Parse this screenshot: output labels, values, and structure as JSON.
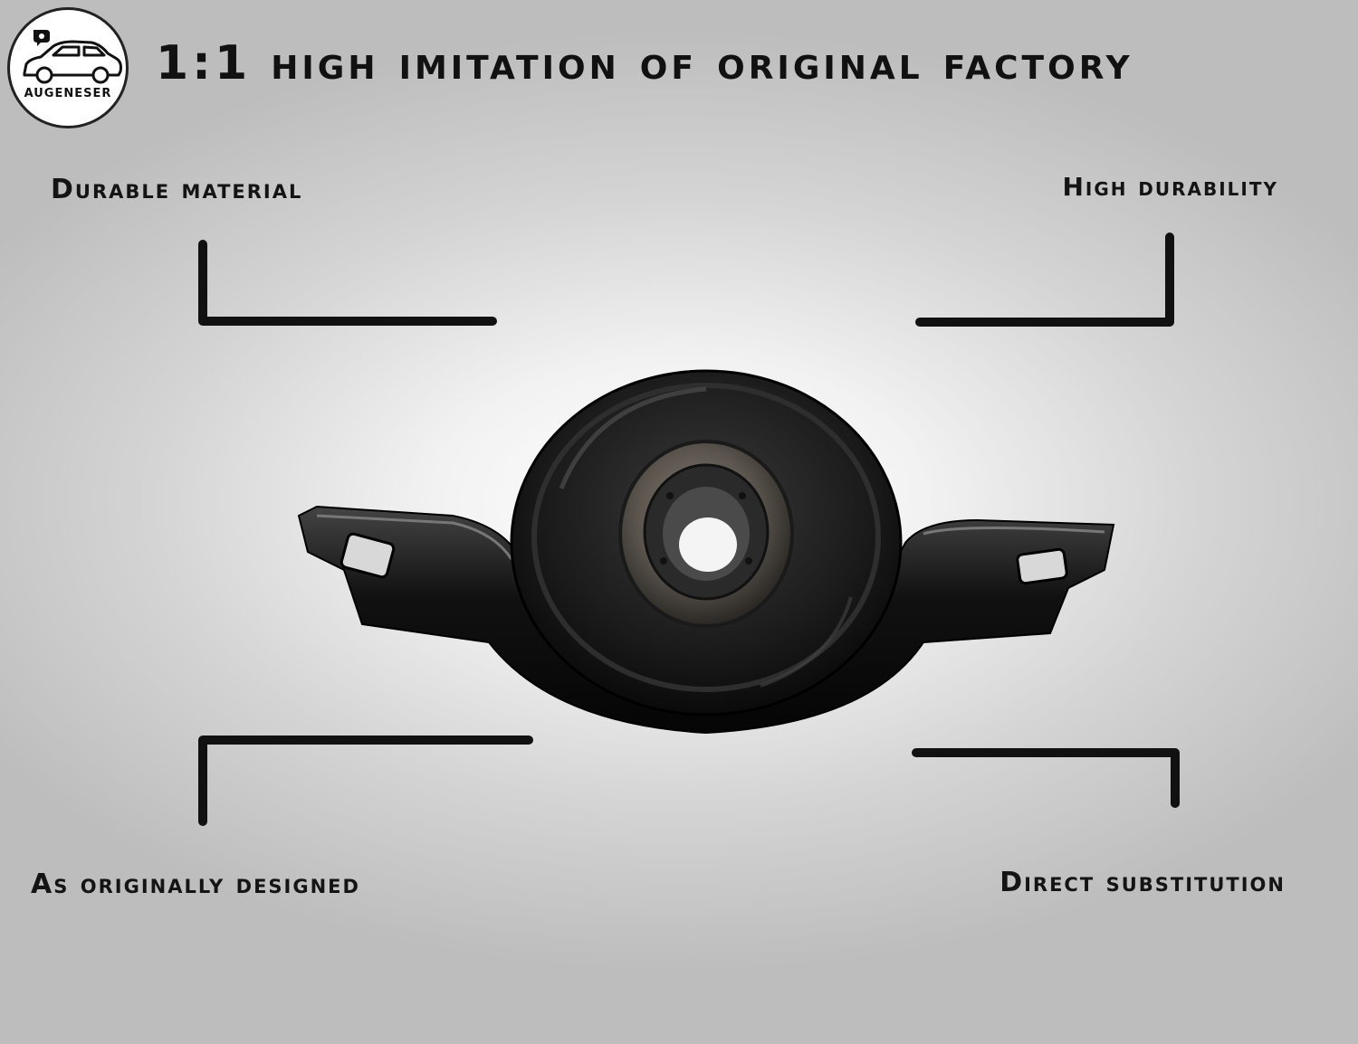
{
  "brand": {
    "logo_text": "AUGENESER"
  },
  "headline": "1:1 high imitation of original factory",
  "features": {
    "top_left": "Durable material",
    "top_right": "High durability",
    "bottom_left": "As originally designed",
    "bottom_right": "Direct substitution"
  },
  "icons": {
    "logo": "car-logo-icon",
    "product": "center-support-bearing-image"
  }
}
